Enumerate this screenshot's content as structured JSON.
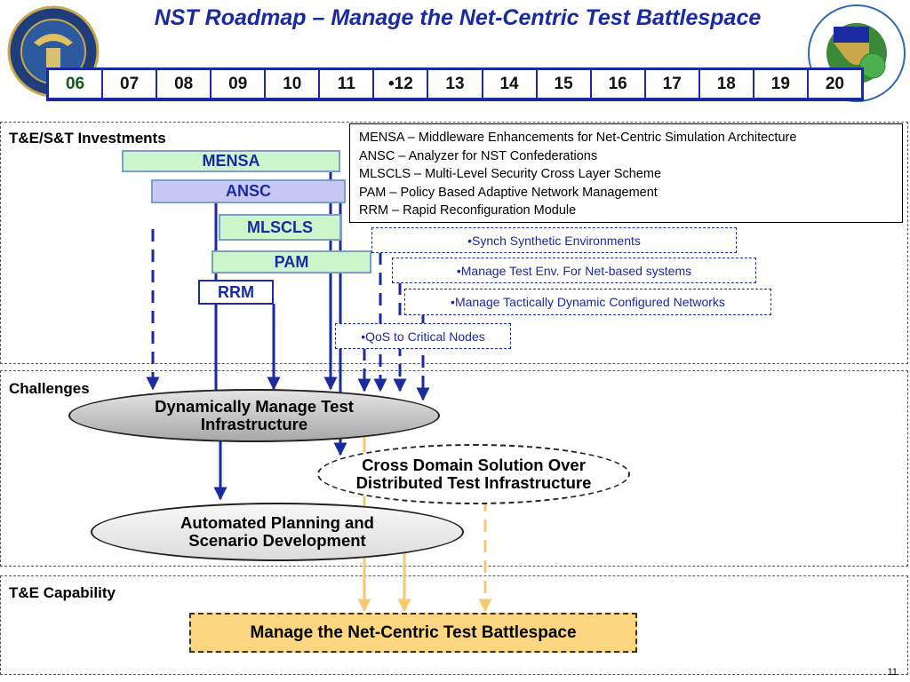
{
  "title": "NST Roadmap – Manage the Net-Centric Test Battlespace",
  "timeline": [
    "06",
    "07",
    "08",
    "09",
    "10",
    "11",
    "•12",
    "13",
    "14",
    "15",
    "16",
    "17",
    "18",
    "19",
    "20"
  ],
  "sections": {
    "investments": "T&E/S&T Investments",
    "challenges": "Challenges",
    "capability": "T&E Capability"
  },
  "bars": {
    "mensa": "MENSA",
    "ansc": "ANSC",
    "mlscls": "MLSCLS",
    "pam": "PAM",
    "rrm": "RRM"
  },
  "legend": [
    "MENSA – Middleware Enhancements for Net-Centric Simulation Architecture",
    "ANSC – Analyzer for NST Confederations",
    "MLSCLS – Multi-Level Security Cross Layer Scheme",
    "PAM – Policy Based Adaptive Network Management",
    "RRM – Rapid Reconfiguration Module"
  ],
  "bullets": {
    "synch": "•Synch Synthetic Environments",
    "manage_env": "•Manage Test Env. For Net-based systems",
    "tactical": "•Manage Tactically Dynamic Configured Networks",
    "qos": "•QoS to Critical Nodes"
  },
  "challenges": {
    "dynamic": "Dynamically Manage Test Infrastructure",
    "cross_domain": "Cross Domain Solution Over Distributed Test Infrastructure",
    "automated": "Automated Planning and Scenario Development"
  },
  "capability_box": "Manage the Net-Centric Test Battlespace",
  "page_number": "11",
  "colors": {
    "title_blue": "#1a2aa0",
    "arrow_blue": "#1a2aa0",
    "arrow_orange": "#f8c870",
    "mensa_fill": "#ccf5cc",
    "ansc_fill": "#c8c8f5",
    "capability_fill": "#fcd680"
  }
}
